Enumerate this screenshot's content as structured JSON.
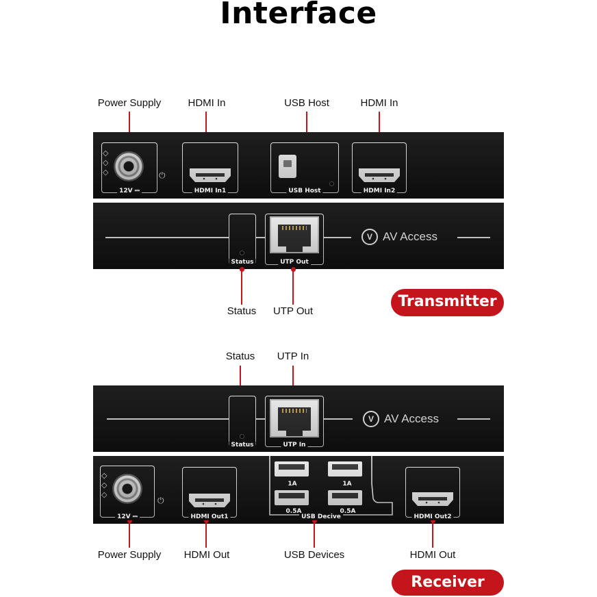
{
  "title": "Interface",
  "transmitter": {
    "badge": "Transmitter",
    "callouts_top": [
      "Power Supply",
      "HDMI In",
      "USB Host",
      "HDMI In"
    ],
    "callouts_bottom": [
      "Status",
      "UTP Out"
    ],
    "panel_labels": {
      "power": "12V ⎓",
      "hdmi1": "HDMI In1",
      "usb": "USB Host",
      "hdmi2": "HDMI In2",
      "status": "Status",
      "utp": "UTP Out"
    },
    "brand": "AV Access"
  },
  "receiver": {
    "badge": "Receiver",
    "callouts_top": [
      "Status",
      "UTP In"
    ],
    "callouts_bottom": [
      "Power Supply",
      "HDMI Out",
      "USB Devices",
      "HDMI Out"
    ],
    "panel_labels": {
      "status": "Status",
      "utp": "UTP In",
      "power": "12V ⎓",
      "hdmi1": "HDMI Out1",
      "usb": "USB Decive",
      "usb_1a_left": "1A",
      "usb_1a_right": "1A",
      "usb_05a_left": "0.5A",
      "usb_05a_right": "0.5A",
      "hdmi2": "HDMI Out2"
    },
    "brand": "AV Access"
  },
  "colors": {
    "accent": "#c4151c",
    "panel": "#111111"
  },
  "icons": [
    "dc-jack-icon",
    "power-icon",
    "hdmi-port-icon",
    "usb-b-port-icon",
    "rj45-port-icon",
    "usb-a-port-icon",
    "av-access-logo"
  ]
}
